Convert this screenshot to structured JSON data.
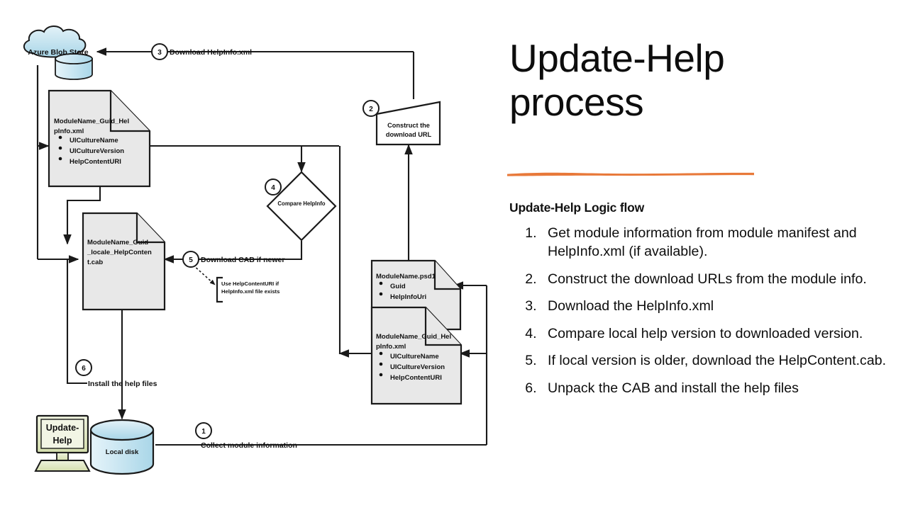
{
  "slide": {
    "title_line1": "Update-Help",
    "title_line2": "process",
    "accent_color": "#E8793A",
    "subhead": "Update-Help Logic flow",
    "steps": [
      "Get module information from module manifest and HelpInfo.xml (if available).",
      "Construct the download URLs from the module info.",
      "Download the HelpInfo.xml",
      "Compare local help version to downloaded version.",
      "If local version is older, download the HelpContent.cab.",
      "Unpack the CAB and install the help files"
    ]
  },
  "diagram": {
    "cloud": {
      "label": "Azure Blob Store"
    },
    "computer": {
      "line1": "Update-",
      "line2": "Help"
    },
    "local_disk": {
      "label": "Local disk"
    },
    "doc_helpinfo_left": {
      "title_line1": "ModuleName_Guid_Hel",
      "title_line2": "pInfo.xml",
      "bullets": [
        "UICultureName",
        "UICultureVersion",
        "HelpContentURI"
      ]
    },
    "doc_cab": {
      "line1": "ModuleName_Guid",
      "line2": "_locale_HelpConten",
      "line3": "t.cab"
    },
    "doc_psd1": {
      "title": "ModuleName.psd1",
      "bullets": [
        "Guid",
        "HelpInfoUri"
      ]
    },
    "doc_helpinfo_right": {
      "title_line1": "ModuleName_Guid_Hel",
      "title_line2": "pInfo.xml",
      "bullets": [
        "UICultureName",
        "UICultureVersion",
        "HelpContentURI"
      ]
    },
    "process_construct": {
      "line1": "Construct the",
      "line2": "download URL"
    },
    "decision_compare": {
      "label": "Compare HelpInfo"
    },
    "note": {
      "line1": "Use HelpContentURI if",
      "line2": "HelpInfo.xml file exists"
    },
    "markers": [
      {
        "number": "1",
        "label": "Collect module information"
      },
      {
        "number": "2",
        "label": ""
      },
      {
        "number": "3",
        "label": "Download HelpInfo.xml"
      },
      {
        "number": "4",
        "label": ""
      },
      {
        "number": "5",
        "label": "Download CAB if newer"
      },
      {
        "number": "6",
        "label": "Install the help files"
      }
    ],
    "colors": {
      "shape_fill": "#e8e8e8",
      "shape_stroke": "#1a1a1a",
      "cloud_fill": "#cfe7f0",
      "disk_fill": "#cfe7f0",
      "monitor_fill": "#dfe6c4"
    }
  }
}
